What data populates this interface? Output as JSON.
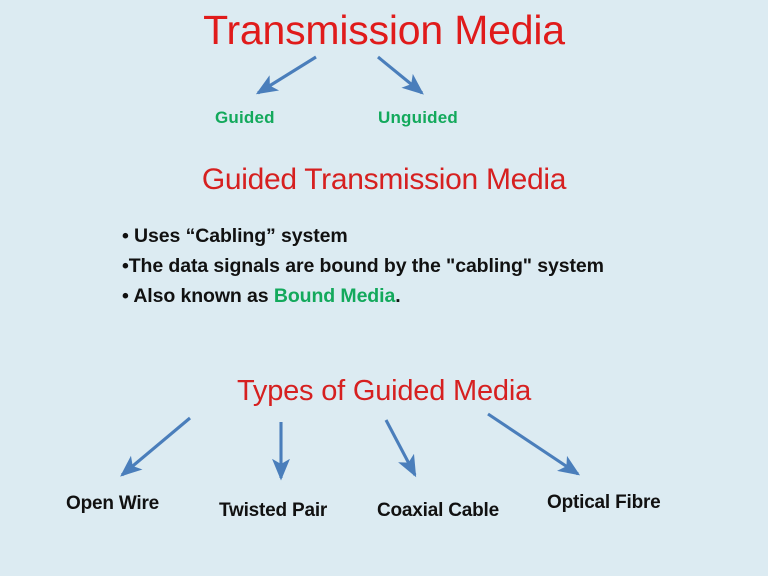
{
  "slide": {
    "background_color": "#dcebf2",
    "title": "Transmission Media",
    "title_color": "#e01b1b",
    "arrow_color": "#4a7ebb",
    "accent_green": "#13a95c",
    "accent_red": "#d62020",
    "body_color": "#111111"
  },
  "branches": {
    "guided": "Guided",
    "unguided": "Unguided"
  },
  "guided_section": {
    "heading": "Guided Transmission Media",
    "bullets": [
      {
        "prefix": "• Uses “Cabling” system",
        "highlight": "",
        "suffix": ""
      },
      {
        "prefix": "•The data signals are bound by the \"cabling\" system",
        "highlight": "",
        "suffix": ""
      },
      {
        "prefix": "• Also known as ",
        "highlight": "Bound Media",
        "suffix": "."
      }
    ]
  },
  "types_section": {
    "heading": "Types of Guided Media",
    "leaves": [
      {
        "label": "Open Wire"
      },
      {
        "label": "Twisted Pair"
      },
      {
        "label": "Coaxial Cable"
      },
      {
        "label": "Optical Fibre"
      }
    ]
  }
}
